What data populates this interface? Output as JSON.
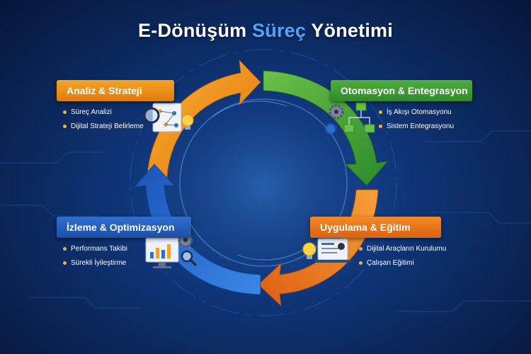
{
  "title": {
    "part1": "E-Dönüşüm",
    "part2": "Süreç",
    "part3": "Yönetimi"
  },
  "stages": [
    {
      "label": "Analiz & Strateji",
      "color": "#f39a1e",
      "bullets": [
        "Süreç Analizi",
        "Dijital Strateji Belirleme"
      ]
    },
    {
      "label": "Otomasyon & Entegrasyon",
      "color": "#3d9b33",
      "bullets": [
        "İş Akışı Otomasyonu",
        "Sistem Entegrasyonu"
      ]
    },
    {
      "label": "Uygulama & Eğitim",
      "color": "#ee7a1c",
      "bullets": [
        "Dijital Araçların Kurulumu",
        "Çalışan Eğitimi"
      ]
    },
    {
      "label": "İzleme & Optimizasyon",
      "color": "#2a62c2",
      "bullets": [
        "Performans Takibi",
        "Sürekli İyileştirme"
      ]
    }
  ],
  "icons": {
    "analysis": "magnifier-flowchart-lightbulb-icon",
    "automation": "gears-flowchart-icon",
    "implementation": "lightbulb-presentation-icon",
    "monitoring": "monitor-chart-gear-icon"
  },
  "colors": {
    "background": "#0d2f6e",
    "accent_blue": "#4aa6ff",
    "bullet_dot": "#f3b23a"
  }
}
